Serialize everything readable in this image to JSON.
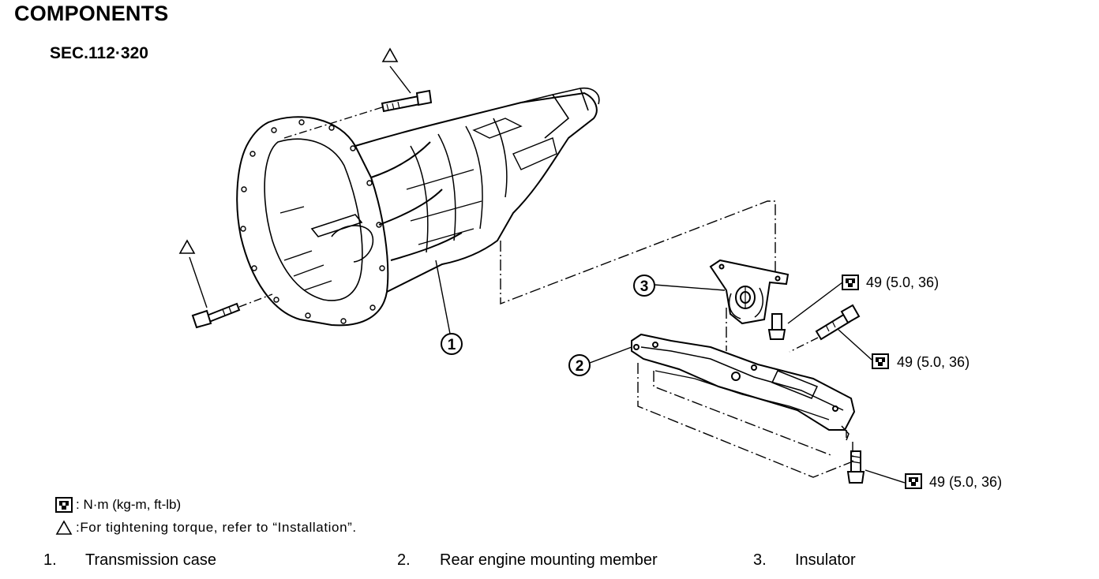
{
  "header": {
    "title": "COMPONENTS",
    "section": "SEC.112·320"
  },
  "callouts": {
    "one": "1",
    "two": "2",
    "three": "3"
  },
  "torque": {
    "insulator_bolt": "49 (5.0, 36)",
    "member_bolt_side": "49 (5.0, 36)",
    "member_bolt_bottom": "49 (5.0, 36)"
  },
  "legend": {
    "torque_unit": ": N·m (kg-m, ft-lb)",
    "refer_note": ":For tightening torque, refer to “Installation”."
  },
  "parts": [
    {
      "num": "1.",
      "name": "Transmission case"
    },
    {
      "num": "2.",
      "name": "Rear engine mounting member"
    },
    {
      "num": "3.",
      "name": "Insulator"
    }
  ]
}
